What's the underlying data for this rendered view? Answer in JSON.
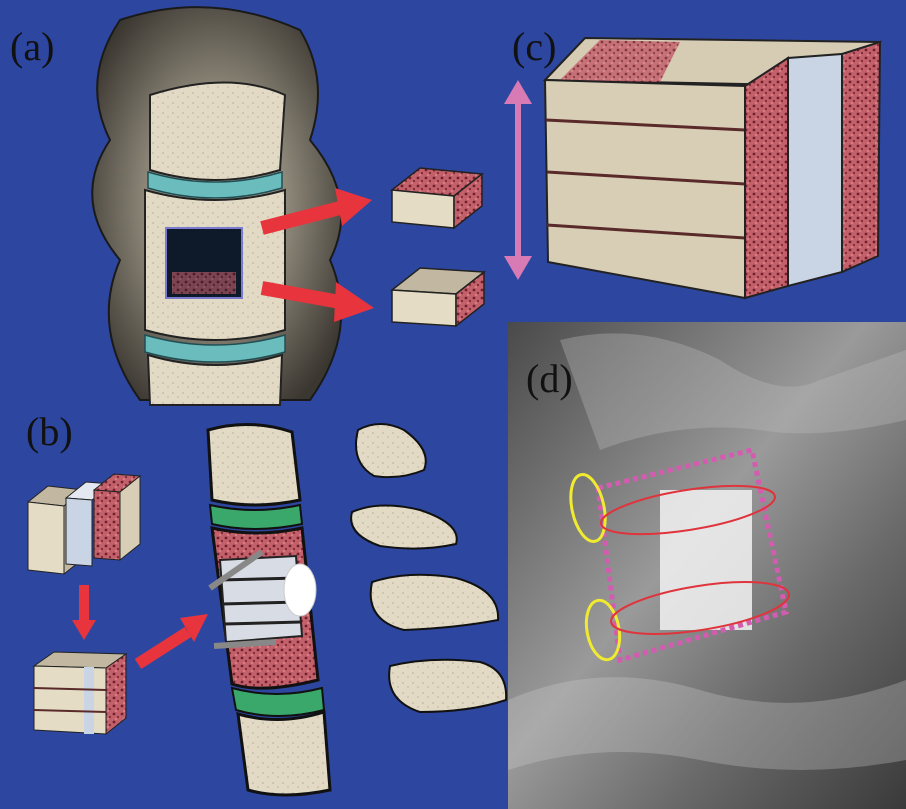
{
  "panels": [
    {
      "id": "a",
      "label": "(a)"
    },
    {
      "id": "b",
      "label": "(b)"
    },
    {
      "id": "c",
      "label": "(c)"
    },
    {
      "id": "d",
      "label": "(d)"
    }
  ],
  "colors": {
    "background": "#2d47a1",
    "bone_light": "#e4dcc4",
    "bone_dark": "#3a3630",
    "disc_teal": "#6bbdbd",
    "disc_green": "#3aa86b",
    "arrow_red": "#e8343c",
    "double_arrow_pink": "#d87ab4",
    "marrow_red": "#c4606a",
    "spacer_blue": "#c9d4e4",
    "ellipse_yellow": "#f0ea30",
    "ellipse_red": "#e0343c",
    "dotted_box_pink": "#d45cb0"
  },
  "icons": {
    "arrow": "right-arrow-icon",
    "down_arrow": "down-arrow-icon",
    "double_arrow": "vertical-double-arrow-icon"
  }
}
